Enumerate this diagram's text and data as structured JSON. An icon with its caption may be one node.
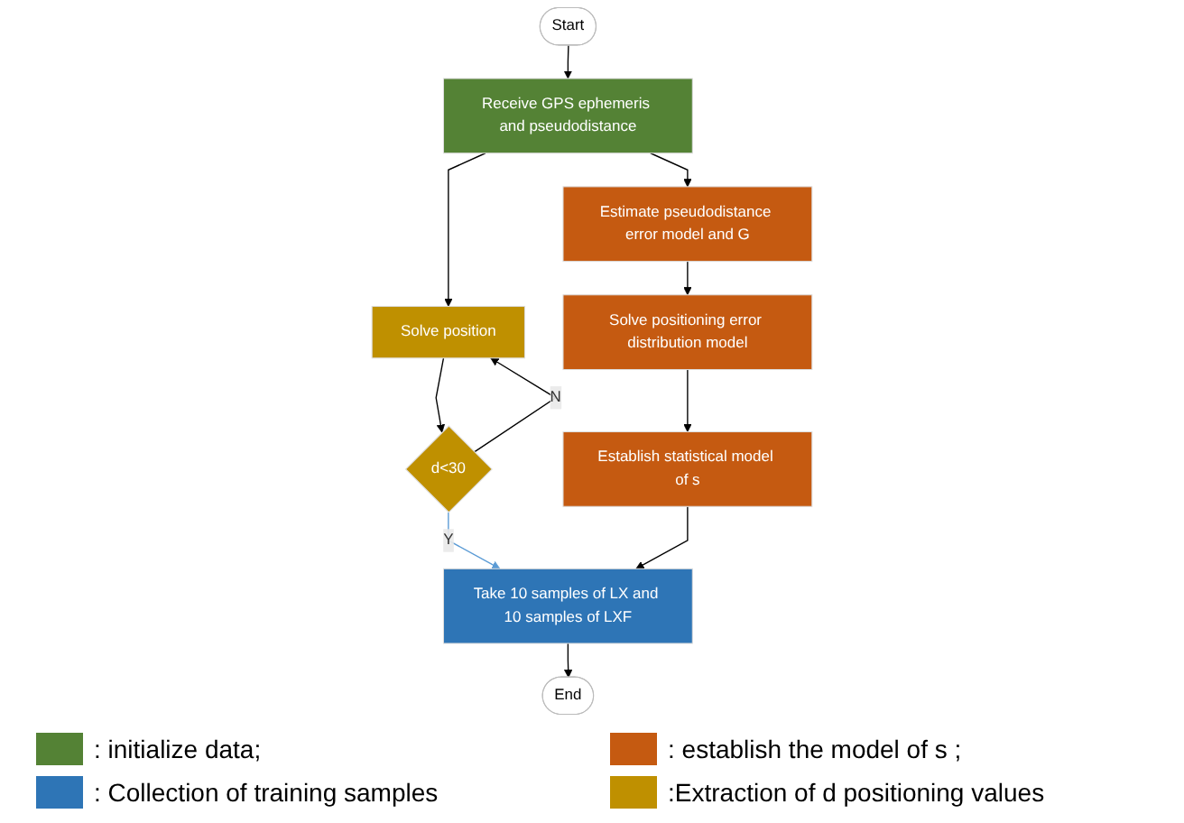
{
  "diagram": {
    "nodes": [
      {
        "text": [
          "Start"
        ]
      },
      {
        "text": [
          "Receive GPS ephemeris and pseudodistance"
        ]
      },
      {
        "text": [
          "Estimate pseudodistance error model and G"
        ]
      },
      {
        "text": [
          "Solve position"
        ]
      },
      {
        "text": [
          "Solve positioning error distribution model"
        ]
      },
      {
        "text": [
          "d<30"
        ]
      },
      {
        "text": [
          "Establish statistical model of s"
        ]
      },
      {
        "text": [
          "End"
        ]
      },
      {
        "text": [
          "Take 10 samples of LX and 10 samples of LXF"
        ]
      }
    ],
    "edges": [
      {
        "from": 0,
        "to": 1,
        "arrow": "to"
      },
      {
        "from": 1,
        "to": 2,
        "arrow": "to"
      },
      {
        "from": 1,
        "to": 3,
        "arrow": "to"
      },
      {
        "from": 2,
        "to": 4,
        "arrow": "to"
      },
      {
        "from": 3,
        "to": 5,
        "arrow": "to"
      },
      {
        "from": 5,
        "to": 3,
        "arrow": "to",
        "label": "N"
      },
      {
        "from": 4,
        "to": 6,
        "arrow": "to"
      },
      {
        "from": 5,
        "to": 8,
        "arrow": "to",
        "label": "Y",
        "color": "#5b9bd5"
      },
      {
        "from": 6,
        "to": 8,
        "arrow": "to"
      },
      {
        "from": 8,
        "to": 7,
        "arrow": "to"
      }
    ],
    "legend": [
      {
        "text": ": initialize data;",
        "color": "#548235"
      },
      {
        "text": ": establish the model of s ;",
        "color": "#c55a11"
      },
      {
        "text": ": Collection of training samples",
        "color": "#2e75b6"
      },
      {
        "text": ":Extraction of d positioning values",
        "color": "#bf9000"
      }
    ]
  }
}
